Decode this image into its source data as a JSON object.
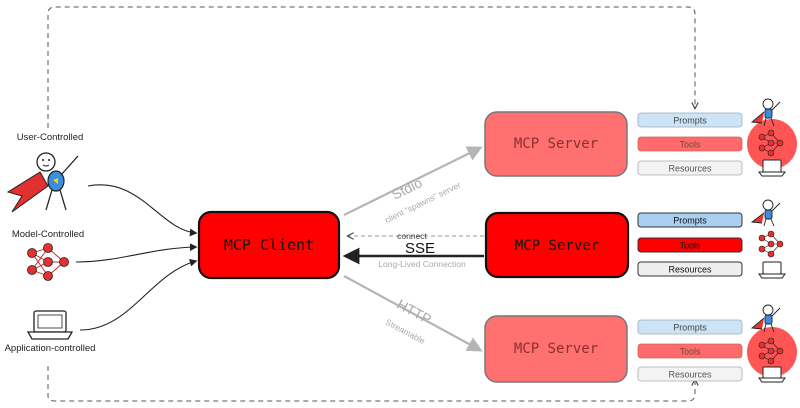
{
  "actors": {
    "user_label": "User-Controlled",
    "model_label": "Model-Controlled",
    "app_label": "Application-controlled"
  },
  "client": {
    "label": "MCP Client"
  },
  "servers": [
    {
      "label": "MCP Server",
      "transport": "Stdio",
      "transport_note": "client \"spawns\" server",
      "active": false,
      "items": [
        "Prompts",
        "Tools",
        "Resources"
      ]
    },
    {
      "label": "MCP Server",
      "transport": "SSE",
      "transport_connect": "connect",
      "transport_note": "Long-Lived Connection",
      "active": true,
      "items": [
        "Prompts",
        "Tools",
        "Resources"
      ]
    },
    {
      "label": "MCP Server",
      "transport": "HTTP",
      "transport_note": "Streamable",
      "active": false,
      "items": [
        "Prompts",
        "Tools",
        "Resources"
      ]
    }
  ],
  "colors": {
    "client_fill": "#ff0000",
    "server_active_fill": "#ff0000",
    "server_faded_fill": "#ff7070",
    "prompts_fill": "#b7d7f5",
    "tools_fill": "#ff3030",
    "resources_fill": "#eeeeee",
    "faded_line": "#b5b5b5",
    "dark_line": "#222222"
  }
}
